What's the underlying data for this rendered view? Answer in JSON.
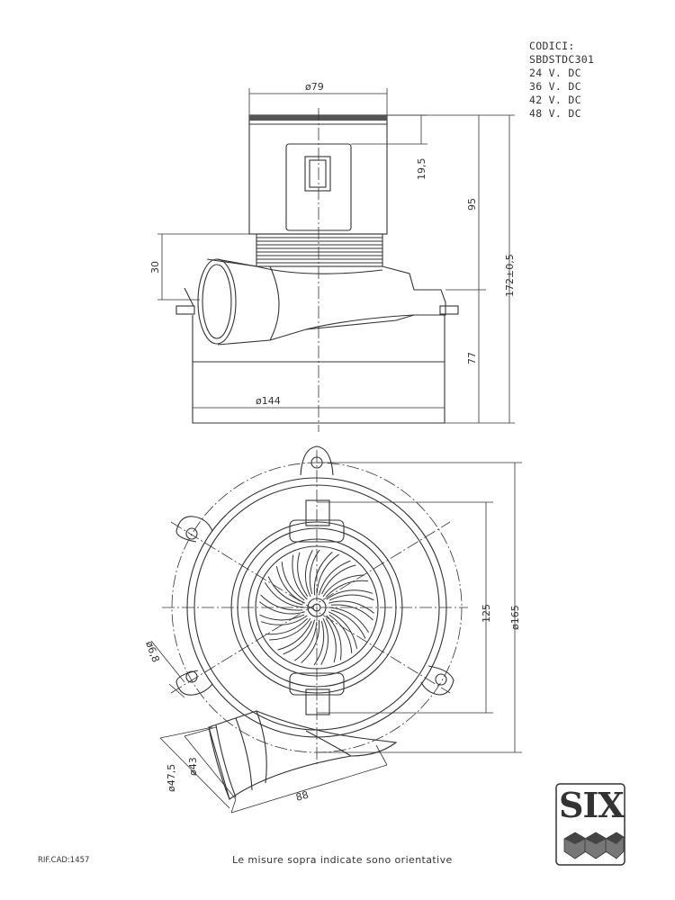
{
  "codes": {
    "header": "CODICI:",
    "model": "SBDSTDC301",
    "voltages": [
      "24 V. DC",
      "36 V. DC",
      "42 V. DC",
      "48 V. DC"
    ]
  },
  "dimensions": {
    "top_diameter": "ø79",
    "cap_height": "19,5",
    "motor_height": "95",
    "total_height": "172±0,5",
    "inlet_offset": "30",
    "base_height": "77",
    "base_diameter": "ø144",
    "hole_diameter": "ø6,8",
    "bolt_circle": "125",
    "outer_diameter": "ø165",
    "outlet_inner": "ø43",
    "outlet_outer": "ø47,5",
    "outlet_length": "88"
  },
  "footer": {
    "reference": "RIF.CAD:1457",
    "note": "Le misure sopra indicate sono orientative"
  },
  "logo": {
    "text": "SIX"
  }
}
